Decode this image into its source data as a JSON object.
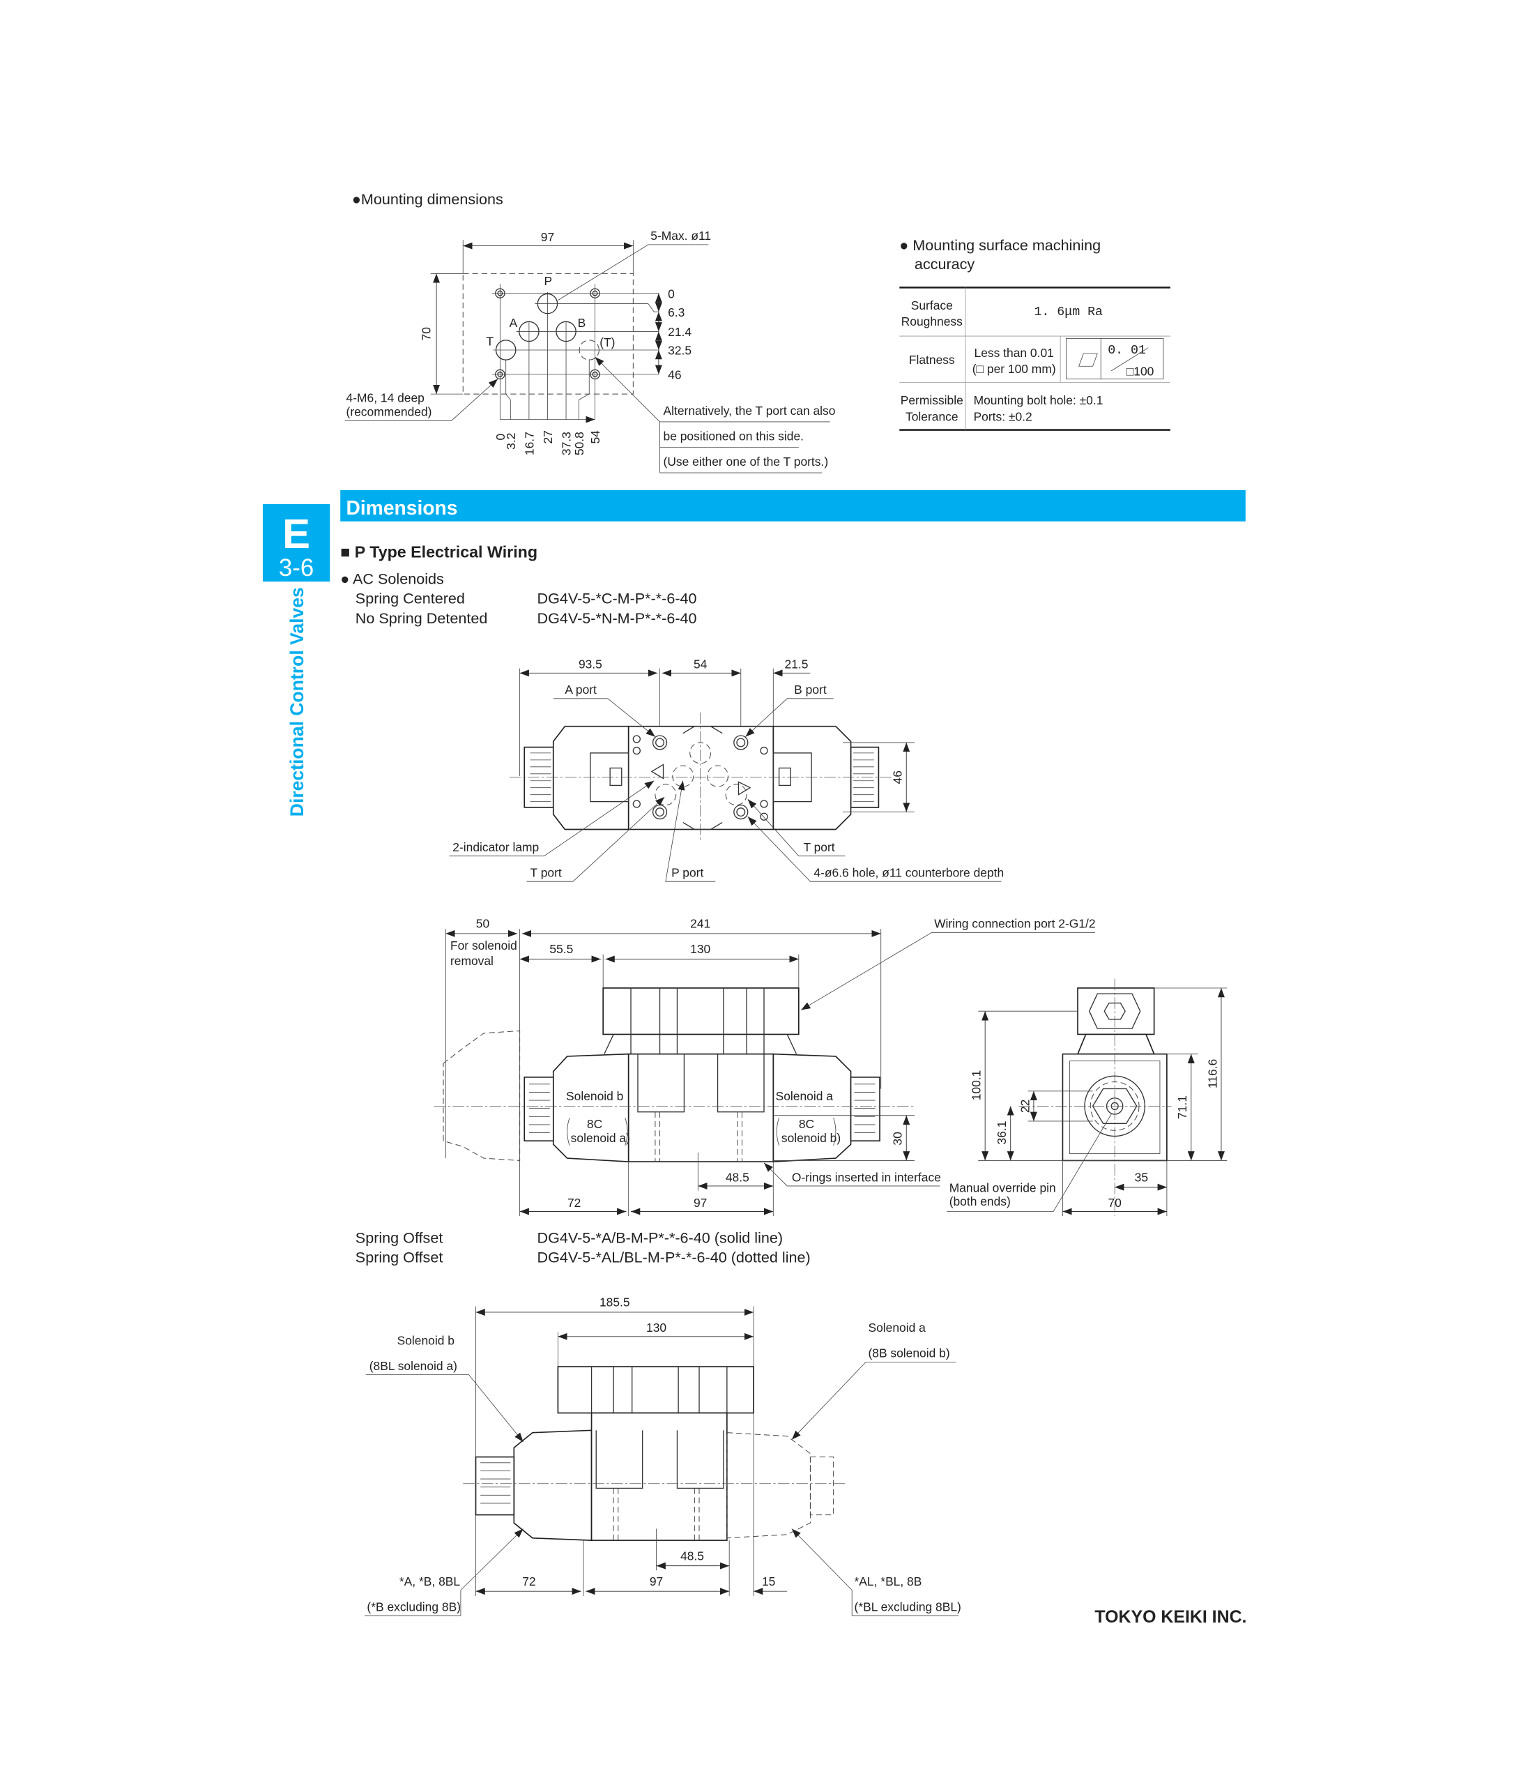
{
  "accent_color": "#00aeef",
  "side_tab": {
    "letter": "E",
    "number": "3-6",
    "vertical_title": "Directional Control Valves"
  },
  "mounting": {
    "heading": "●Mounting dimensions",
    "dim_width": "97",
    "dim_height": "70",
    "hole_note": "5-Max. ø11",
    "port_labels": {
      "P": "P",
      "A": "A",
      "B": "B",
      "T": "T",
      "T_alt": "(T)"
    },
    "y_dims": [
      "0",
      "6.3",
      "21.4",
      "32.5",
      "46"
    ],
    "x_dims": [
      "0",
      "3.2",
      "16.7",
      "27",
      "37.3",
      "50.8",
      "54"
    ],
    "bolt_note": [
      "4-M6, 14 deep",
      "(recommended)"
    ],
    "alt_note": [
      "Alternatively, the T port can also",
      "be positioned on this side.",
      "(Use either one of the T ports.)"
    ]
  },
  "accuracy": {
    "heading": [
      "● Mounting surface machining",
      "accuracy"
    ],
    "rows": [
      {
        "label": [
          "Surface",
          "Roughness"
        ],
        "value": "1. 6μm Ra"
      },
      {
        "label": [
          "Flatness"
        ],
        "value": [
          "Less than 0.01",
          "(□ per 100 mm)"
        ],
        "symbol_value": "0. 01",
        "symbol_per": "□100"
      },
      {
        "label": [
          "Permissible",
          "Tolerance"
        ],
        "value": [
          "Mounting bolt hole: ±0.1",
          "Ports: ±0.2"
        ]
      }
    ]
  },
  "section": {
    "title": "Dimensions",
    "subtitle": "■ P Type Electrical Wiring"
  },
  "ac": {
    "heading": "● AC Solenoids",
    "models": [
      {
        "name": "Spring Centered",
        "code": "DG4V-5-*C-M-P*-*-6-40"
      },
      {
        "name": "No Spring Detented",
        "code": "DG4V-5-*N-M-P*-*-6-40"
      }
    ]
  },
  "top_view": {
    "dims": [
      "93.5",
      "54",
      "21.5",
      "46"
    ],
    "labels": {
      "a_port": "A port",
      "b_port": "B port",
      "lamp": "2-indicator lamp",
      "t_port_left": "T port",
      "p_port": "P port",
      "t_port_right": "T port",
      "hole": "4-ø6.6 hole, ø11 counterbore depth"
    }
  },
  "front_view": {
    "dims": {
      "removal": "50",
      "overall": "241",
      "left": "55.5",
      "top": "130",
      "height": "30",
      "ports": "48.5",
      "sol": "72",
      "body": "97"
    },
    "removal_note": [
      "For solenoid",
      "removal"
    ],
    "wiring_note": "Wiring connection port 2-G1/2",
    "sol_b": [
      "Solenoid b",
      "8C",
      "solenoid a)"
    ],
    "sol_a": [
      "Solenoid a",
      "8C",
      "solenoid b)"
    ],
    "oring_note": "O-rings inserted in interface"
  },
  "side_view": {
    "dims": {
      "h1": "100.1",
      "h2": "36.1",
      "h3": "22",
      "h4": "71.1",
      "h5": "116.6",
      "w1": "35",
      "w2": "70"
    },
    "override_note": [
      "Manual override pin",
      "(both ends)"
    ]
  },
  "offset": {
    "models": [
      {
        "name": "Spring Offset",
        "code": "DG4V-5-*A/B-M-P*-*-6-40 (solid line)"
      },
      {
        "name": "Spring Offset",
        "code": "DG4V-5-*AL/BL-M-P*-*-6-40 (dotted line)"
      }
    ]
  },
  "bottom_view": {
    "dims": {
      "overall": "185.5",
      "top": "130",
      "ports": "48.5",
      "sol": "72",
      "body": "97",
      "end": "15"
    },
    "sol_b": [
      "Solenoid b",
      "(8BL solenoid a)"
    ],
    "sol_a": [
      "Solenoid a",
      "(8B solenoid b)"
    ],
    "left_note": [
      "*A, *B, 8BL",
      "(*B excluding 8B)"
    ],
    "right_note": [
      "*AL, *BL, 8B",
      "(*BL excluding 8BL)"
    ]
  },
  "footer": {
    "company": "TOKYO KEIKI INC."
  }
}
